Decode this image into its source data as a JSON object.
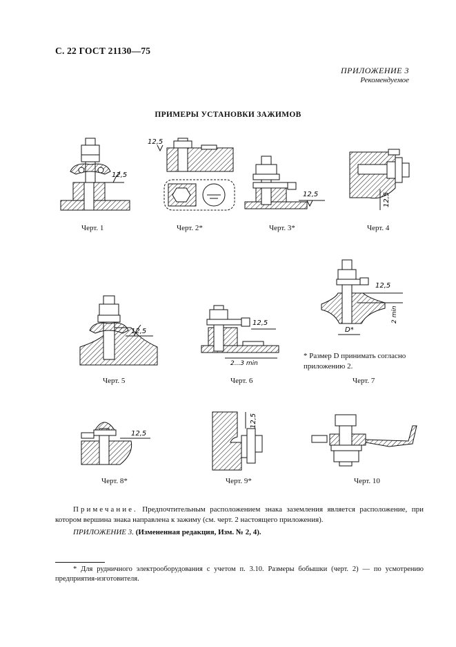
{
  "header": {
    "text": "С. 22 ГОСТ 21130—75"
  },
  "appendix": {
    "title": "ПРИЛОЖЕНИЕ 3",
    "subtitle": "Рекомендуемое"
  },
  "section_title": "ПРИМЕРЫ УСТАНОВКИ ЗАЖИМОВ",
  "figures": [
    {
      "caption": "Черт. 1",
      "roughness": "12,5"
    },
    {
      "caption": "Черт. 2*",
      "roughness": "12,5"
    },
    {
      "caption": "Черт. 3*",
      "roughness": "12,5"
    },
    {
      "caption": "Черт. 4",
      "roughness": "12,5"
    },
    {
      "caption": "Черт. 5",
      "roughness": "12,5"
    },
    {
      "caption": "Черт. 6",
      "roughness": "12,5",
      "dimension": "2...3 min"
    },
    {
      "caption": "Черт. 7",
      "roughness": "12,5",
      "dimension": "2 min",
      "diameter": "D*"
    },
    {
      "caption": "Черт. 8*",
      "roughness": "12,5"
    },
    {
      "caption": "Черт. 9*",
      "roughness": "12,5"
    },
    {
      "caption": "Черт. 10"
    }
  ],
  "fig7_footnote": "* Размер D принимать согласно приложению 2.",
  "note": {
    "lead": "Примечание.",
    "text": "Предпочтительным расположением знака заземления является расположение, при котором вершина знака направлена к зажиму (см. черт. 2 настоящего приложения)."
  },
  "amendment": {
    "ref": "ПРИЛОЖЕНИЕ 3.",
    "text": "(Измененная редакция, Изм. № 2, 4)."
  },
  "footnote": "* Для рудничного электрооборудования с учетом п. 3.10. Размеры бобышки (черт. 2) — по усмотрению предприятия-изготовителя."
}
